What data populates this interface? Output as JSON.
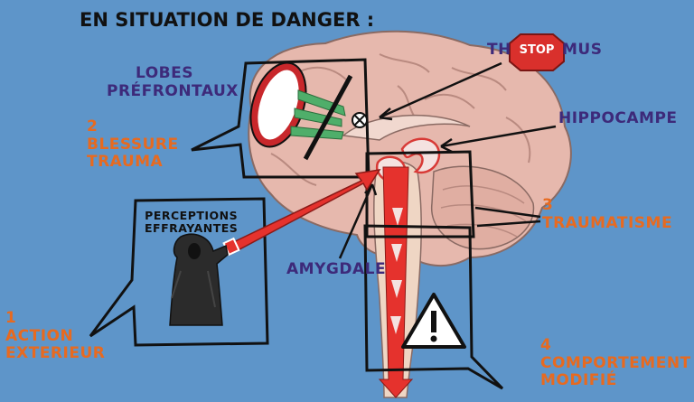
{
  "title": "EN SITUATION DE DANGER :",
  "labels": {
    "lobes_line1": "LOBES",
    "lobes_line2": "PRÉFRONTAUX",
    "thalamus_left": "TH",
    "thalamus_right": "MUS",
    "stop": "STOP",
    "hippocampe": "HIPPOCAMPE",
    "amygdale": "AMYGDALE",
    "perceptions_line1": "PERCEPTIONS",
    "perceptions_line2": "EFFRAYANTES"
  },
  "steps": [
    {
      "num": "1",
      "line1": "ACTION",
      "line2": "EXTERIEUR"
    },
    {
      "num": "2",
      "line1": "BLESSURE",
      "line2": "TRAUMA"
    },
    {
      "num": "3",
      "line1": "TRAUMATISME",
      "line2": ""
    },
    {
      "num": "4",
      "line1": "COMPORTEMENT",
      "line2": "MODIFIÉ"
    }
  ],
  "colors": {
    "background": "#5e95c9",
    "label_purple": "#3d2a7a",
    "label_orange": "#e76a20",
    "arrow_red": "#e5322d",
    "brain_pink": "#e6b8ad",
    "stop_red": "#d9302c",
    "frontal_green": "#4fae6a"
  },
  "icons": [
    "brain-illustration",
    "stop-sign-icon",
    "warning-icon",
    "grim-reaper-icon"
  ]
}
